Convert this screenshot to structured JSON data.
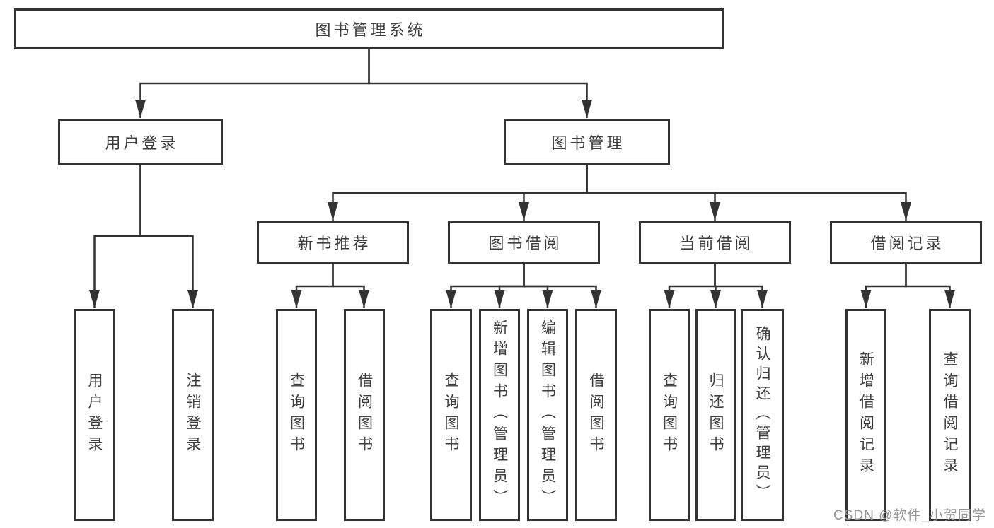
{
  "diagram_type": "hierarchy-tree",
  "colors": {
    "line": "#333333",
    "box_border": "#333333",
    "text": "#3d3d3d",
    "background": "#ffffff",
    "watermark_text": "#949494"
  },
  "root": {
    "label": "图书管理系统",
    "children": [
      {
        "label": "用户登录",
        "children": [
          {
            "label": "用户登录"
          },
          {
            "label": "注销登录"
          }
        ]
      },
      {
        "label": "图书管理",
        "children": [
          {
            "label": "新书推荐",
            "children": [
              {
                "label": "查询图书"
              },
              {
                "label": "借阅图书"
              }
            ]
          },
          {
            "label": "图书借阅",
            "children": [
              {
                "label": "查询图书"
              },
              {
                "label": "新增图书（管理员）"
              },
              {
                "label": "编辑图书（管理员）"
              },
              {
                "label": "借阅图书"
              }
            ]
          },
          {
            "label": "当前借阅",
            "children": [
              {
                "label": "查询图书"
              },
              {
                "label": "归还图书"
              },
              {
                "label": "确认归还（管理员）"
              }
            ]
          },
          {
            "label": "借阅记录",
            "children": [
              {
                "label": "新增借阅记录"
              },
              {
                "label": "查询借阅记录"
              }
            ]
          }
        ]
      }
    ]
  },
  "watermark": {
    "text": "CSDN @软件_小贺同学"
  }
}
